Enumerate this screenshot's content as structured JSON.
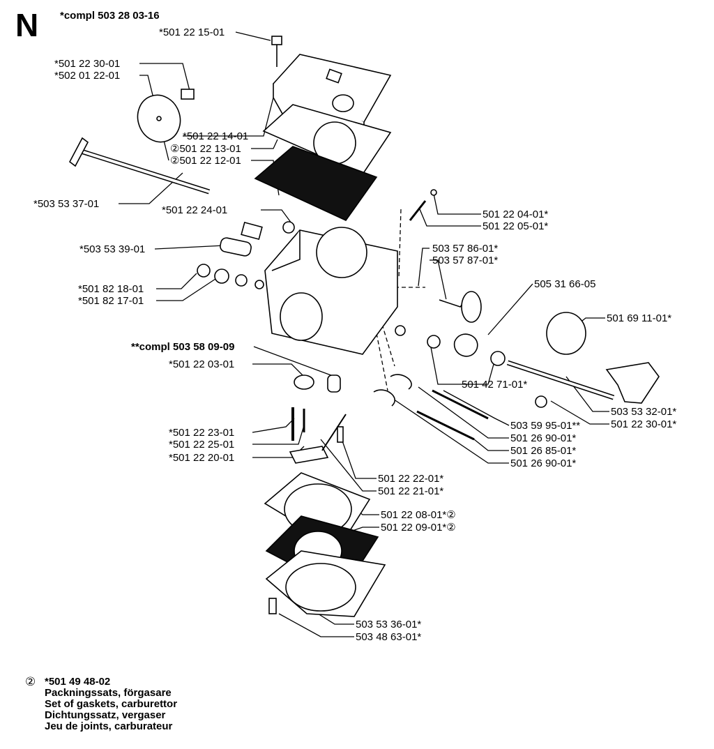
{
  "section": "N",
  "assembly_label": "*compl 503 28 03-16",
  "sub_assembly_label": "**compl 503 58 09-09",
  "kit_marker": "②",
  "parts": {
    "p1": "*501 22 15-01",
    "p2": "*501 22 30-01",
    "p3": "*502 01 22-01",
    "p4": "*501 22 14-01",
    "p5": "501 22 13-01",
    "p6": "501 22 12-01",
    "p7": "*503 53 37-01",
    "p8": "*501 22 24-01",
    "p9": "501 22 04-01*",
    "p10": "501 22 05-01*",
    "p11": "*503 53 39-01",
    "p12": "503 57 86-01*",
    "p13": "503 57 87-01*",
    "p14": "505 31 66-05",
    "p15": "*501 82 18-01",
    "p16": "*501 82 17-01",
    "p17": "501 69 11-01*",
    "p18": "*501 22 03-01",
    "p19": "501 42 71-01*",
    "p20": "503 53 32-01*",
    "p21": "501 22 30-01*",
    "p22": "503 59 95-01**",
    "p23": "*501 22 23-01",
    "p24": "501 26 90-01*",
    "p25": "*501 22 25-01",
    "p26": "501 26 85-01*",
    "p27": "*501 22 20-01",
    "p28": "501 26 90-01*",
    "p29": "501 22 22-01*",
    "p30": "501 22 21-01*",
    "p31": "501 22 08-01*",
    "p32": "501 22 09-01*",
    "p33": "503 53 36-01*",
    "p34": "503 48 63-01*"
  },
  "legend": {
    "marker": "②",
    "part_no": "*501 49 48-02",
    "desc_sv": "Packningssats, förgasare",
    "desc_en": "Set of gaskets, carburettor",
    "desc_de": "Dichtungssatz, vergaser",
    "desc_fr": "Jeu de joints, carburateur"
  }
}
